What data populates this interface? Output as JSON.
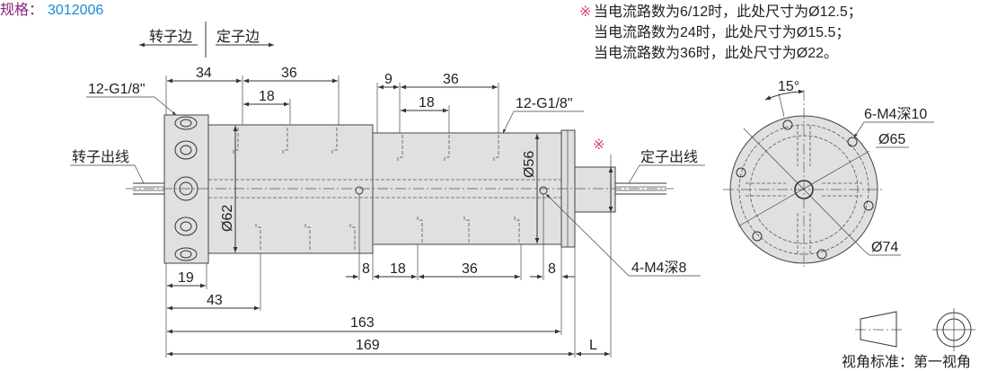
{
  "spec": {
    "label": "规格：",
    "value": "3012006",
    "label_color": "#8b1f7a",
    "value_color": "#1a8ad0"
  },
  "direction": {
    "rotor_side": "转子边",
    "stator_side": "定子边"
  },
  "note": {
    "mark": "※",
    "mark_color": "#e0407a",
    "lines": [
      "当电流路数为6/12时，此处尺寸为Ø12.5；",
      "当电流路数为24时，此处尺寸为Ø15.5；",
      "当电流路数为36时，此处尺寸为Ø22。"
    ]
  },
  "side_view": {
    "port_left": "12-G1/8\"",
    "port_right": "12-G1/8\"",
    "rotor_wire": "转子出线",
    "stator_wire": "定子出线",
    "dia_rotor": "Ø62",
    "dia_stator": "Ø56",
    "holes": "4-M4深8",
    "mark": "※",
    "dims_top": {
      "a": "34",
      "b": "36",
      "c": "18",
      "d": "9",
      "e": "36",
      "f": "18"
    },
    "dims_bottom": {
      "a": "19",
      "b": "43",
      "c": "8",
      "d": "18",
      "e": "36",
      "f": "8",
      "g": "163",
      "h": "169",
      "i": "L"
    }
  },
  "end_view": {
    "angle": "15°",
    "holes": "6-M4深10",
    "dia_inner": "Ø65",
    "dia_outer": "Ø74"
  },
  "projection": {
    "label": "视角标准：第一视角"
  }
}
